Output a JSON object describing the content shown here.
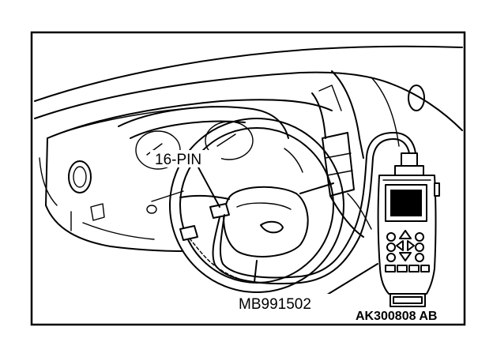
{
  "labels": {
    "connector": "16-PIN",
    "tool": "MB991502",
    "figure_code": "AK300808 AB"
  }
}
